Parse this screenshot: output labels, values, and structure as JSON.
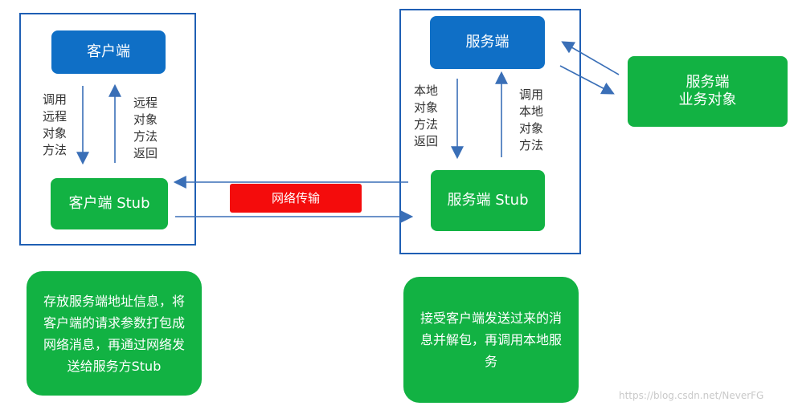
{
  "client": {
    "title": "客户端",
    "call_label": "调用\n远程\n对象\n方法",
    "return_label": "远程\n对象\n方法\n返回",
    "stub": "客户端 Stub",
    "note": "存放服务端地址信息，将客户端的请求参数打包成网络消息，再通过网络发送给服务方Stub"
  },
  "network": {
    "label": "网络传输"
  },
  "server": {
    "title": "服务端",
    "local_return_label": "本地\n对象\n方法\n返回",
    "local_call_label": "调用\n本地\n对象\n方法",
    "stub": "服务端 Stub",
    "note": "接受客户端发送过来的消息并解包，再调用本地服务",
    "business_object": "服务端\n业务对象"
  },
  "watermark": "https://blog.csdn.net/NeverFG",
  "colors": {
    "frame": "#1f5fb4",
    "blue_box": "#0f6fc6",
    "green_box": "#12b243",
    "red_box": "#f40c0c",
    "arrow": "#3a6fb7"
  }
}
